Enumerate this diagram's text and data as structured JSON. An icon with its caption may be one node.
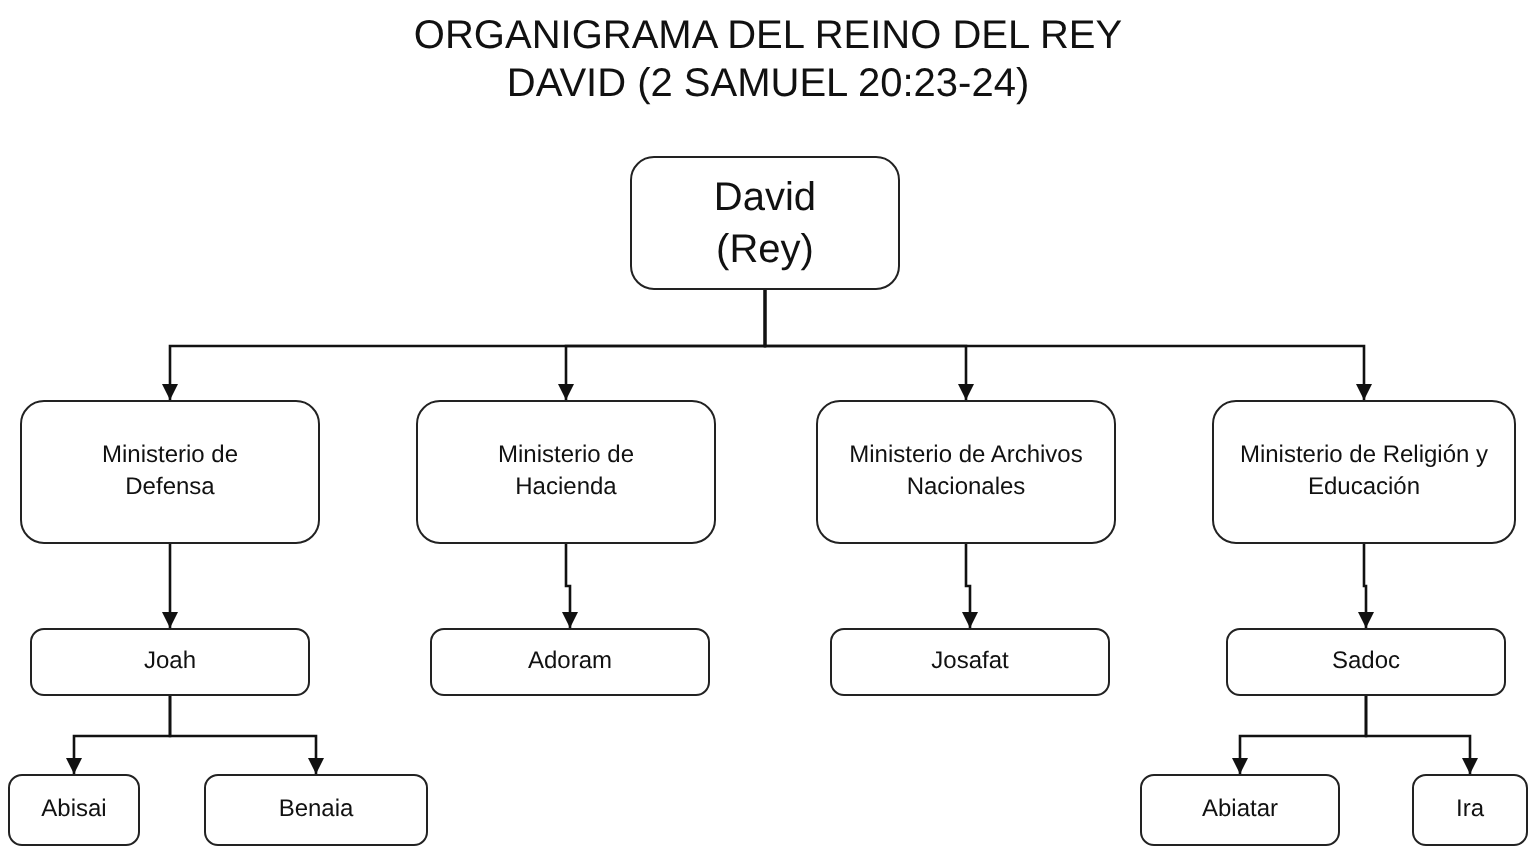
{
  "diagram": {
    "title": "ORGANIGRAMA DEL REINO DEL REY DAVID (2 SAMUEL 20:23-24)",
    "nodes": [
      {
        "text": [
          "David (Rey)"
        ]
      },
      {
        "text": [
          "Ministerio de Defensa"
        ]
      },
      {
        "text": [
          "Ministerio de Hacienda"
        ]
      },
      {
        "text": [
          "Ministerio de Archivos Nacionales"
        ]
      },
      {
        "text": [
          "Ministerio de Religión y Educación"
        ]
      },
      {
        "text": [
          "Joah"
        ]
      },
      {
        "text": [
          "Adoram"
        ]
      },
      {
        "text": [
          "Josafat"
        ]
      },
      {
        "text": [
          "Sadoc"
        ]
      },
      {
        "text": [
          "Abisai"
        ]
      },
      {
        "text": [
          "Benaia"
        ]
      },
      {
        "text": [
          "Abiatar"
        ]
      },
      {
        "text": [
          "Ira"
        ]
      }
    ],
    "edges": [
      {
        "from": 0,
        "to": 1,
        "arrow": "to"
      },
      {
        "from": 0,
        "to": 2,
        "arrow": "to"
      },
      {
        "from": 0,
        "to": 3,
        "arrow": "to"
      },
      {
        "from": 0,
        "to": 4,
        "arrow": "to"
      },
      {
        "from": 1,
        "to": 5,
        "arrow": "to"
      },
      {
        "from": 2,
        "to": 6,
        "arrow": "to"
      },
      {
        "from": 3,
        "to": 7,
        "arrow": "to"
      },
      {
        "from": 4,
        "to": 8,
        "arrow": "to"
      },
      {
        "from": 5,
        "to": 9,
        "arrow": "to"
      },
      {
        "from": 5,
        "to": 10,
        "arrow": "to"
      },
      {
        "from": 8,
        "to": 11,
        "arrow": "to"
      },
      {
        "from": 8,
        "to": 12,
        "arrow": "to"
      }
    ]
  }
}
